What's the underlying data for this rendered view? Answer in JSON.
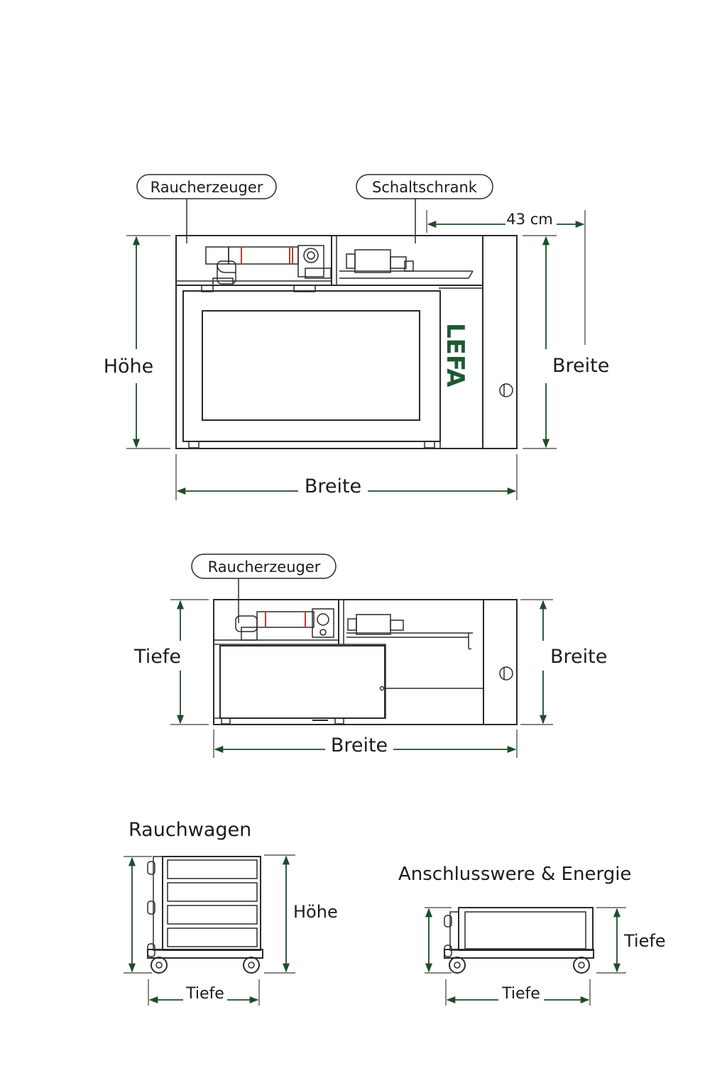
{
  "brand": {
    "logo_text": "LEFA",
    "color": "#1e5a32"
  },
  "colors": {
    "dimension_line": "#1e4d2b",
    "outline": "#2a2a2a",
    "accent_red": "#c23a2e"
  },
  "front_view": {
    "callout_smoke_generator": "Raucherzeuger",
    "callout_control_cabinet": "Schaltschrank",
    "dim_cabinet_width": "43 cm",
    "dim_height": "Höhe",
    "dim_right": "Breite",
    "dim_width": "Breite"
  },
  "top_view": {
    "callout_smoke_generator": "Raucherzeuger",
    "dim_depth": "Tiefe",
    "dim_right": "Breite",
    "dim_width": "Breite"
  },
  "trolley": {
    "title": "Rauchwagen",
    "dim_height": "Höhe",
    "dim_depth": "Tiefe"
  },
  "connection": {
    "title": "Anschlusswere & Energie",
    "dim_right": "Tiefe",
    "dim_bottom": "Tiefe"
  }
}
